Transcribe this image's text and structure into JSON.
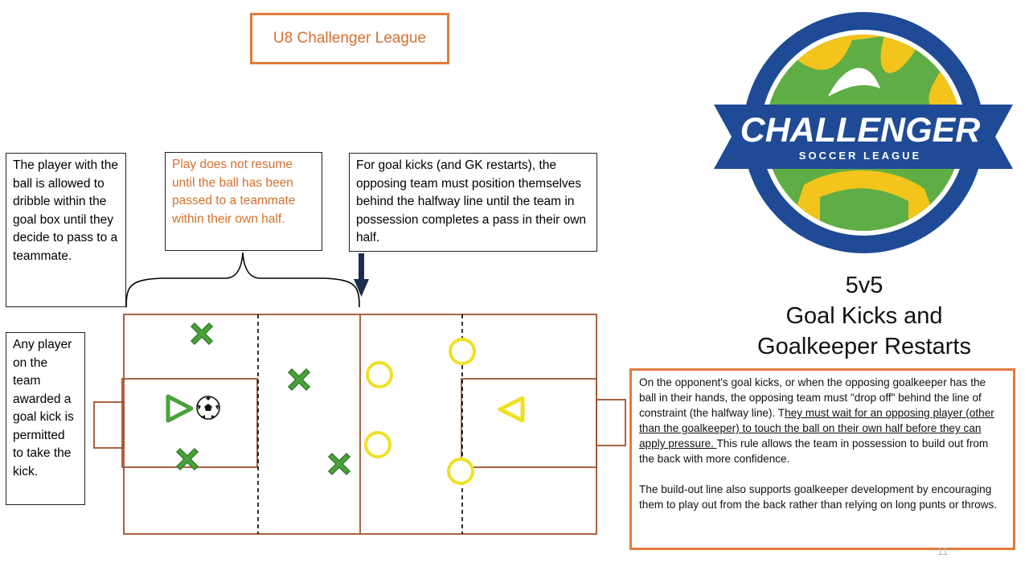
{
  "title": "U8 Challenger  League",
  "notes": {
    "dribble": "The player with the ball is allowed to dribble within the goal box until they decide to pass to a teammate.",
    "resume": "Play does not resume until the ball has been passed to a teammate within their own half.",
    "goal_kicks": "For goal kicks (and GK restarts), the opposing team must position themselves behind the halfway line until the team in possession completes a pass in their own half.",
    "any_player": "Any player on the team awarded a goal kick is permitted to take the kick."
  },
  "logo": {
    "line1": "CHALLENGER",
    "line2": "SOCCER LEAGUE",
    "colors": {
      "navy": "#1f4a96",
      "green": "#5fae45",
      "yellow": "#f2c41c",
      "white": "#ffffff"
    }
  },
  "heading": {
    "line1": "5v5",
    "line2": "Goal Kicks and",
    "line3": "Goalkeeper Restarts"
  },
  "rules": {
    "p1_a": "On the opponent's goal kicks, or when the opposing goalkeeper has the ball in their hands, the opposing team must \"drop off\" behind the line of constraint (the halfway line). T",
    "p1_u": "hey must wait for an opposing player (other than the goalkeeper) to touch the ball on their own half before they can apply pressure. ",
    "p1_b": "This rule allows the team in possession to build out from the back with more confidence.",
    "p2": "The build-out line also supports goalkeeper development by encouraging them to play out from the back rather than relying on long punts or throws."
  },
  "page_number": "11",
  "colors": {
    "accent_orange": "#e07b3c",
    "field_line": "#a0522d",
    "team_green": "#4ca23a",
    "team_yellow": "#f0e024",
    "arrow_navy": "#1a2e4f"
  },
  "icons": {
    "team_x": "x-marker-icon",
    "team_circle": "circle-marker-icon",
    "goalkeeper_green": "triangle-marker-icon",
    "goalkeeper_yellow": "triangle-marker-icon",
    "ball": "soccer-ball-icon",
    "arrow": "down-arrow-icon",
    "brace": "curly-brace-icon"
  }
}
